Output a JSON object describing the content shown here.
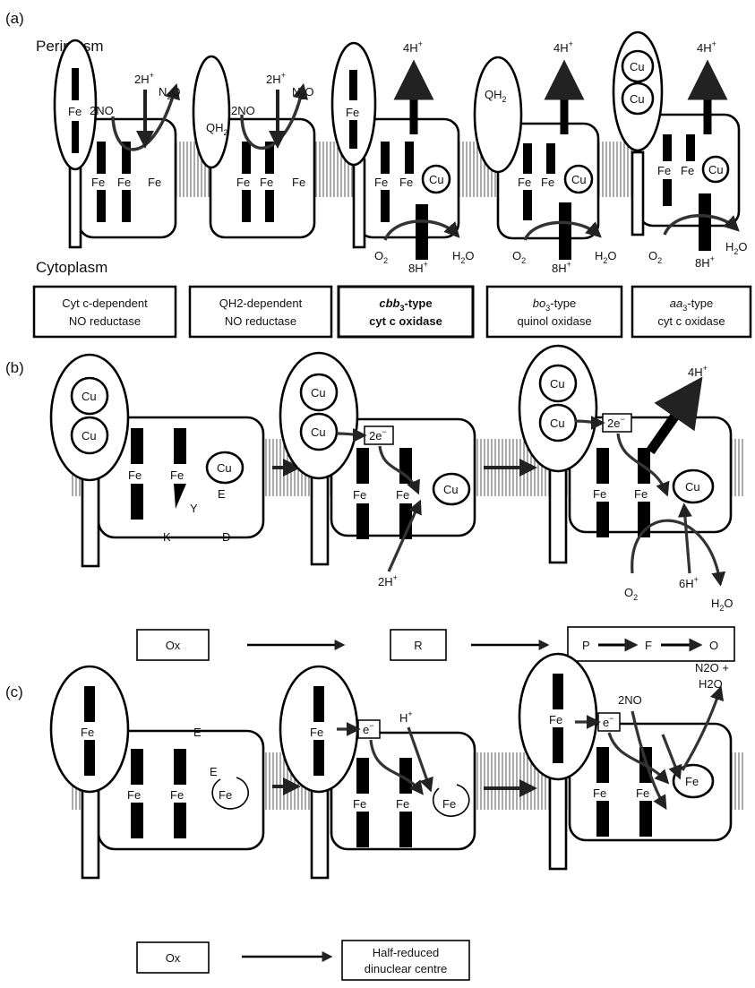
{
  "panel_a": {
    "label": "(a)",
    "periplasm": "Periplasm",
    "cytoplasm": "Cytoplasm",
    "complexes": [
      {
        "caption_line1": "Cyt c-dependent",
        "caption_line2": "NO reductase",
        "substrate": "2NO",
        "proton_top": "2H",
        "product": "N2O",
        "metal_labels": [
          "Fe",
          "Fe",
          "Fe",
          "Fe"
        ]
      },
      {
        "caption_line1": "QH2-dependent",
        "caption_line2": "NO reductase",
        "quinol": "QH2",
        "substrate": "2NO",
        "proton_top": "2H",
        "product": "N2O",
        "metal_labels": [
          "Fe",
          "Fe",
          "Fe"
        ]
      },
      {
        "caption_line1_italic": "cbb",
        "caption_line1_sub": "3",
        "caption_line1_rest": "-type",
        "caption_line2": "cyt c oxidase",
        "proton_top": "4H",
        "metal_labels": [
          "Fe",
          "Fe",
          "Fe",
          "Cu"
        ],
        "o2": "O",
        "proton_bottom": "8H",
        "water": "H",
        "water_rest": "O"
      },
      {
        "caption_line1_italic": "bo",
        "caption_line1_sub": "3",
        "caption_line1_rest": "-type",
        "caption_line2": "quinol oxidase",
        "quinol": "QH2",
        "proton_top": "4H",
        "metal_labels": [
          "Fe",
          "Fe",
          "Cu"
        ],
        "o2": "O",
        "proton_bottom": "8H",
        "water": "H",
        "water_rest": "O"
      },
      {
        "caption_line1_italic": "aa",
        "caption_line1_sub": "3",
        "caption_line1_rest": "-type",
        "caption_line2": "cyt c oxidase",
        "proton_top": "4H",
        "metal_labels": [
          "Cu",
          "Cu",
          "Fe",
          "Fe",
          "Cu"
        ],
        "o2": "O",
        "proton_bottom": "8H",
        "water": "H",
        "water_rest": "O"
      }
    ]
  },
  "panel_b": {
    "label": "(b)",
    "stage1": {
      "cu_top": "Cu",
      "cu_bottom": "Cu",
      "fe1": "Fe",
      "fe2": "Fe",
      "cu_b": "Cu",
      "y": "Y",
      "e": "E",
      "k": "K",
      "d": "D"
    },
    "stage2": {
      "cu_top": "Cu",
      "cu_bottom": "Cu",
      "electron": "2e",
      "fe1": "Fe",
      "fe2": "Fe",
      "cu_b": "Cu",
      "proton": "2H"
    },
    "stage3": {
      "cu_top": "Cu",
      "cu_bottom": "Cu",
      "electron": "2e",
      "proton_out": "4H",
      "fe1": "Fe",
      "fe2": "Fe",
      "cu_b": "Cu",
      "o2": "O",
      "proton_in": "6H",
      "water": "H",
      "water_rest": "O"
    },
    "states": {
      "ox": "Ox",
      "r": "R",
      "p": "P",
      "f": "F",
      "o": "O"
    }
  },
  "panel_c": {
    "label": "(c)",
    "stage1": {
      "fe_top": "Fe",
      "e_top": "E",
      "fe1": "Fe",
      "fe2": "Fe",
      "e_mid": "E",
      "fe_b": "Fe"
    },
    "stage2": {
      "fe_top": "Fe",
      "electron": "e",
      "proton": "H",
      "fe1": "Fe",
      "fe2": "Fe",
      "fe_b": "Fe"
    },
    "stage3": {
      "fe_top": "Fe",
      "electron": "e",
      "substrate": "2NO",
      "product_line1": "N2O +",
      "product_line2": "H2O",
      "fe1": "Fe",
      "fe2": "Fe",
      "fe_b": "Fe"
    },
    "states": {
      "ox": "Ox",
      "half_line1": "Half-reduced",
      "half_line2": "dinuclear centre"
    }
  },
  "symbols": {
    "plus": "+",
    "minus": "−",
    "sub2": "2"
  }
}
